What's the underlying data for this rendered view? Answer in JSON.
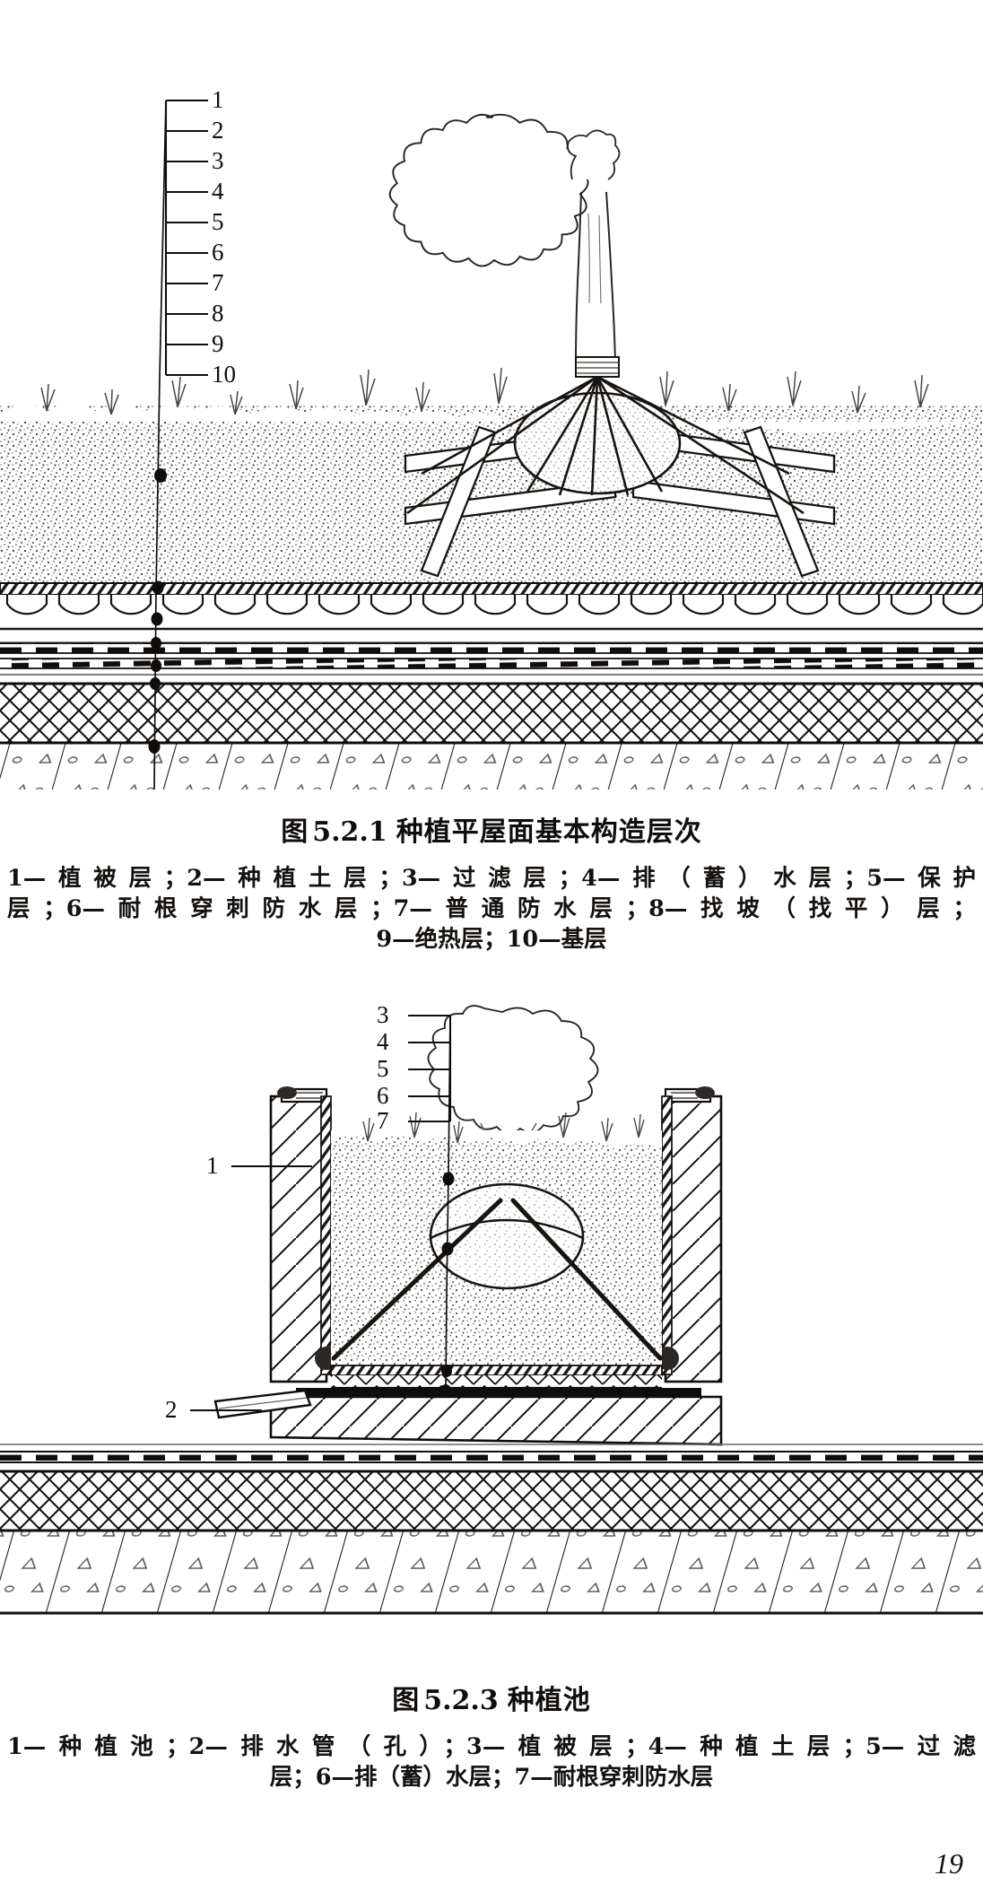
{
  "page": {
    "folio": "19",
    "background_color": "#ffffff",
    "ink_color": "#15120f"
  },
  "figures": [
    {
      "id": "fig-5-2-1",
      "label": "图",
      "number": "5.2.1",
      "title": "种植平屋面基本构造层次",
      "legend_lines": [
        "1—植被层；2—种植土层；3—过滤层；4—排（蓄）水层；5—保护",
        "层；6—耐根穿刺防水层；7—普通防水层；8—找坡（找平）层；",
        "9—绝热层；10—基层"
      ],
      "callouts": [
        {
          "n": "1",
          "layer": "植被层"
        },
        {
          "n": "2",
          "layer": "种植土层"
        },
        {
          "n": "3",
          "layer": "过滤层"
        },
        {
          "n": "4",
          "layer": "排（蓄）水层"
        },
        {
          "n": "5",
          "layer": "保护层"
        },
        {
          "n": "6",
          "layer": "耐根穿刺防水层"
        },
        {
          "n": "7",
          "layer": "普通防水层"
        },
        {
          "n": "8",
          "layer": "找坡（找平）层"
        },
        {
          "n": "9",
          "layer": "绝热层"
        },
        {
          "n": "10",
          "layer": "基层"
        }
      ],
      "drawing_elements": [
        "tree-canopy",
        "tree-trunk",
        "tree-stake-support",
        "root-ball",
        "ground-cover-shrubs",
        "planting-soil",
        "filter-fabric",
        "drainage-retention-cups",
        "protection-layer",
        "root-resistant-waterproofing",
        "ordinary-waterproofing",
        "slope-leveling-layer",
        "thermal-insulation-layer",
        "structural-concrete-slab"
      ]
    },
    {
      "id": "fig-5-2-3",
      "label": "图",
      "number": "5.2.3",
      "title": "种植池",
      "legend_lines": [
        "1—种植池；2—排水管（孔）；3—植被层；4—种植土层；5—过滤",
        "层；6—排（蓄）水层；7—耐根穿刺防水层"
      ],
      "callouts": [
        {
          "n": "1",
          "layer": "种植池"
        },
        {
          "n": "2",
          "layer": "排水管（孔）"
        },
        {
          "n": "3",
          "layer": "植被层"
        },
        {
          "n": "4",
          "layer": "种植土层"
        },
        {
          "n": "5",
          "layer": "过滤层"
        },
        {
          "n": "6",
          "layer": "排（蓄）水层"
        },
        {
          "n": "7",
          "layer": "耐根穿刺防水层"
        }
      ],
      "drawing_elements": [
        "planter-wall-left",
        "planter-wall-right",
        "planter-coping",
        "tree-canopy",
        "tree-trunk",
        "root-ball",
        "guy-wires",
        "planting-soil",
        "filter-fabric",
        "drainage-retention-layer",
        "root-resistant-waterproofing",
        "drain-pipe",
        "roof-waterproofing",
        "thermal-insulation-layer",
        "structural-concrete-slab"
      ]
    }
  ]
}
